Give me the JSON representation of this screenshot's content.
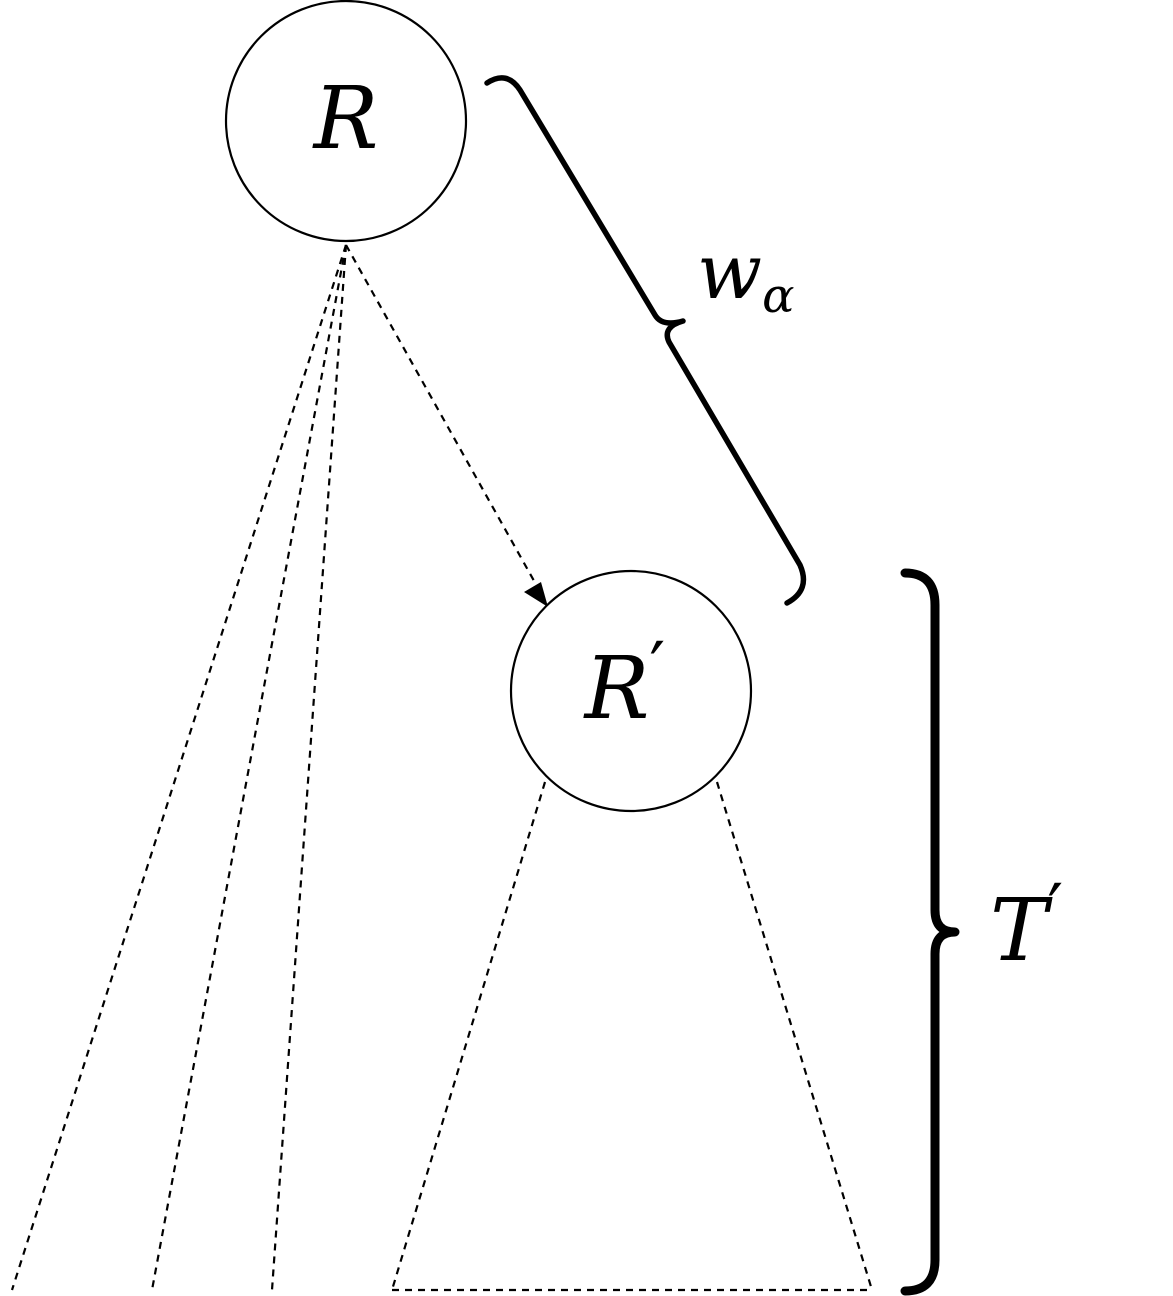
{
  "nodes": {
    "root": {
      "label": "R"
    },
    "child": {
      "label": "R",
      "prime": "′"
    }
  },
  "labels": {
    "weight": {
      "main": "w",
      "subscript": "α"
    },
    "subtree": {
      "main": "T",
      "prime": "′"
    }
  },
  "colors": {
    "stroke": "#000000",
    "background": "#ffffff"
  }
}
